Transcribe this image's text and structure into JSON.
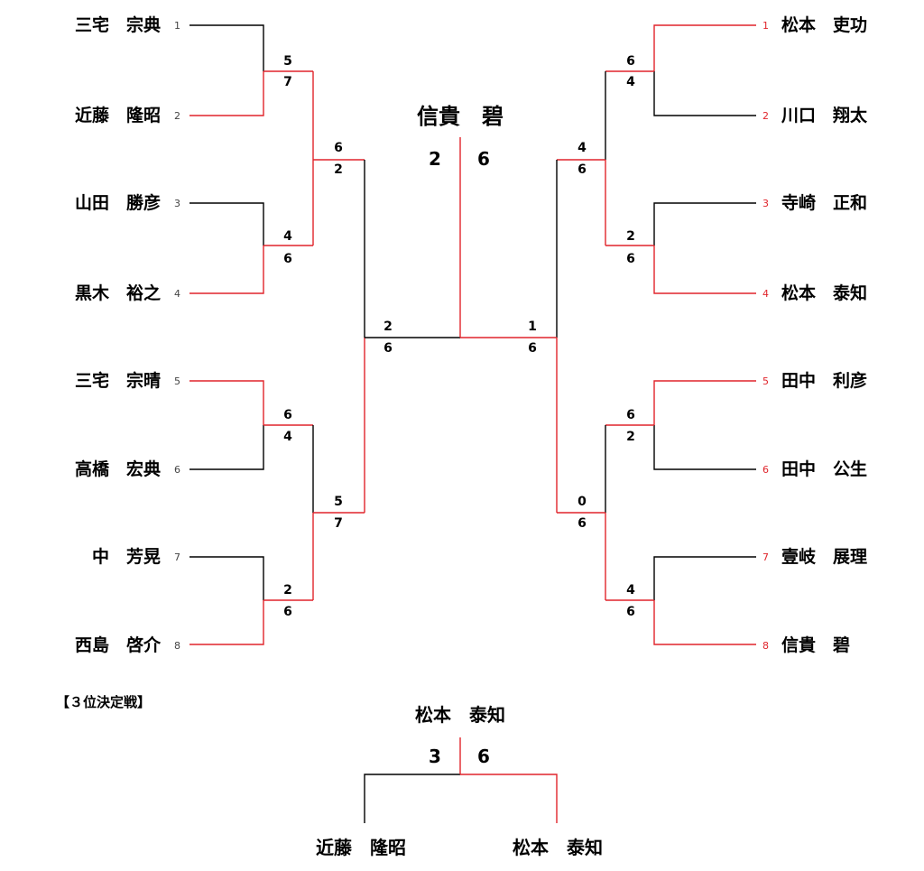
{
  "colors": {
    "line": "#000000",
    "winner_line": "#e0242b",
    "seed_right": "#e0242b"
  },
  "left": [
    {
      "seed": "1",
      "name": "三宅　宗典"
    },
    {
      "seed": "2",
      "name": "近藤　隆昭"
    },
    {
      "seed": "3",
      "name": "山田　勝彦"
    },
    {
      "seed": "4",
      "name": "黒木　裕之"
    },
    {
      "seed": "5",
      "name": "三宅　宗晴"
    },
    {
      "seed": "6",
      "name": "高橋　宏典"
    },
    {
      "seed": "7",
      "name": "中　芳晃"
    },
    {
      "seed": "8",
      "name": "西島　啓介"
    }
  ],
  "right": [
    {
      "seed": "1",
      "name": "松本　吏功"
    },
    {
      "seed": "2",
      "name": "川口　翔太"
    },
    {
      "seed": "3",
      "name": "寺崎　正和"
    },
    {
      "seed": "4",
      "name": "松本　泰知"
    },
    {
      "seed": "5",
      "name": "田中　利彦"
    },
    {
      "seed": "6",
      "name": "田中　公生"
    },
    {
      "seed": "7",
      "name": "壹岐　展理"
    },
    {
      "seed": "8",
      "name": "信貴　碧"
    }
  ],
  "scores": {
    "left_r1": [
      [
        "5",
        "7"
      ],
      [
        "4",
        "6"
      ],
      [
        "6",
        "4"
      ],
      [
        "2",
        "6"
      ]
    ],
    "left_r2": [
      [
        "6",
        "2"
      ],
      [
        "5",
        "7"
      ]
    ],
    "left_sf": [
      "2",
      "6"
    ],
    "right_r1": [
      [
        "6",
        "4"
      ],
      [
        "2",
        "6"
      ],
      [
        "6",
        "2"
      ],
      [
        "4",
        "6"
      ]
    ],
    "right_r2": [
      [
        "4",
        "6"
      ],
      [
        "0",
        "6"
      ]
    ],
    "right_sf": [
      "1",
      "6"
    ]
  },
  "final": {
    "champion": "信貴　碧",
    "score_left": "2",
    "score_right": "6"
  },
  "third_place": {
    "heading": "【３位決定戦】",
    "winner": "松本　泰知",
    "score_left": "3",
    "score_right": "6",
    "left_player": "近藤　隆昭",
    "right_player": "松本　泰知"
  }
}
